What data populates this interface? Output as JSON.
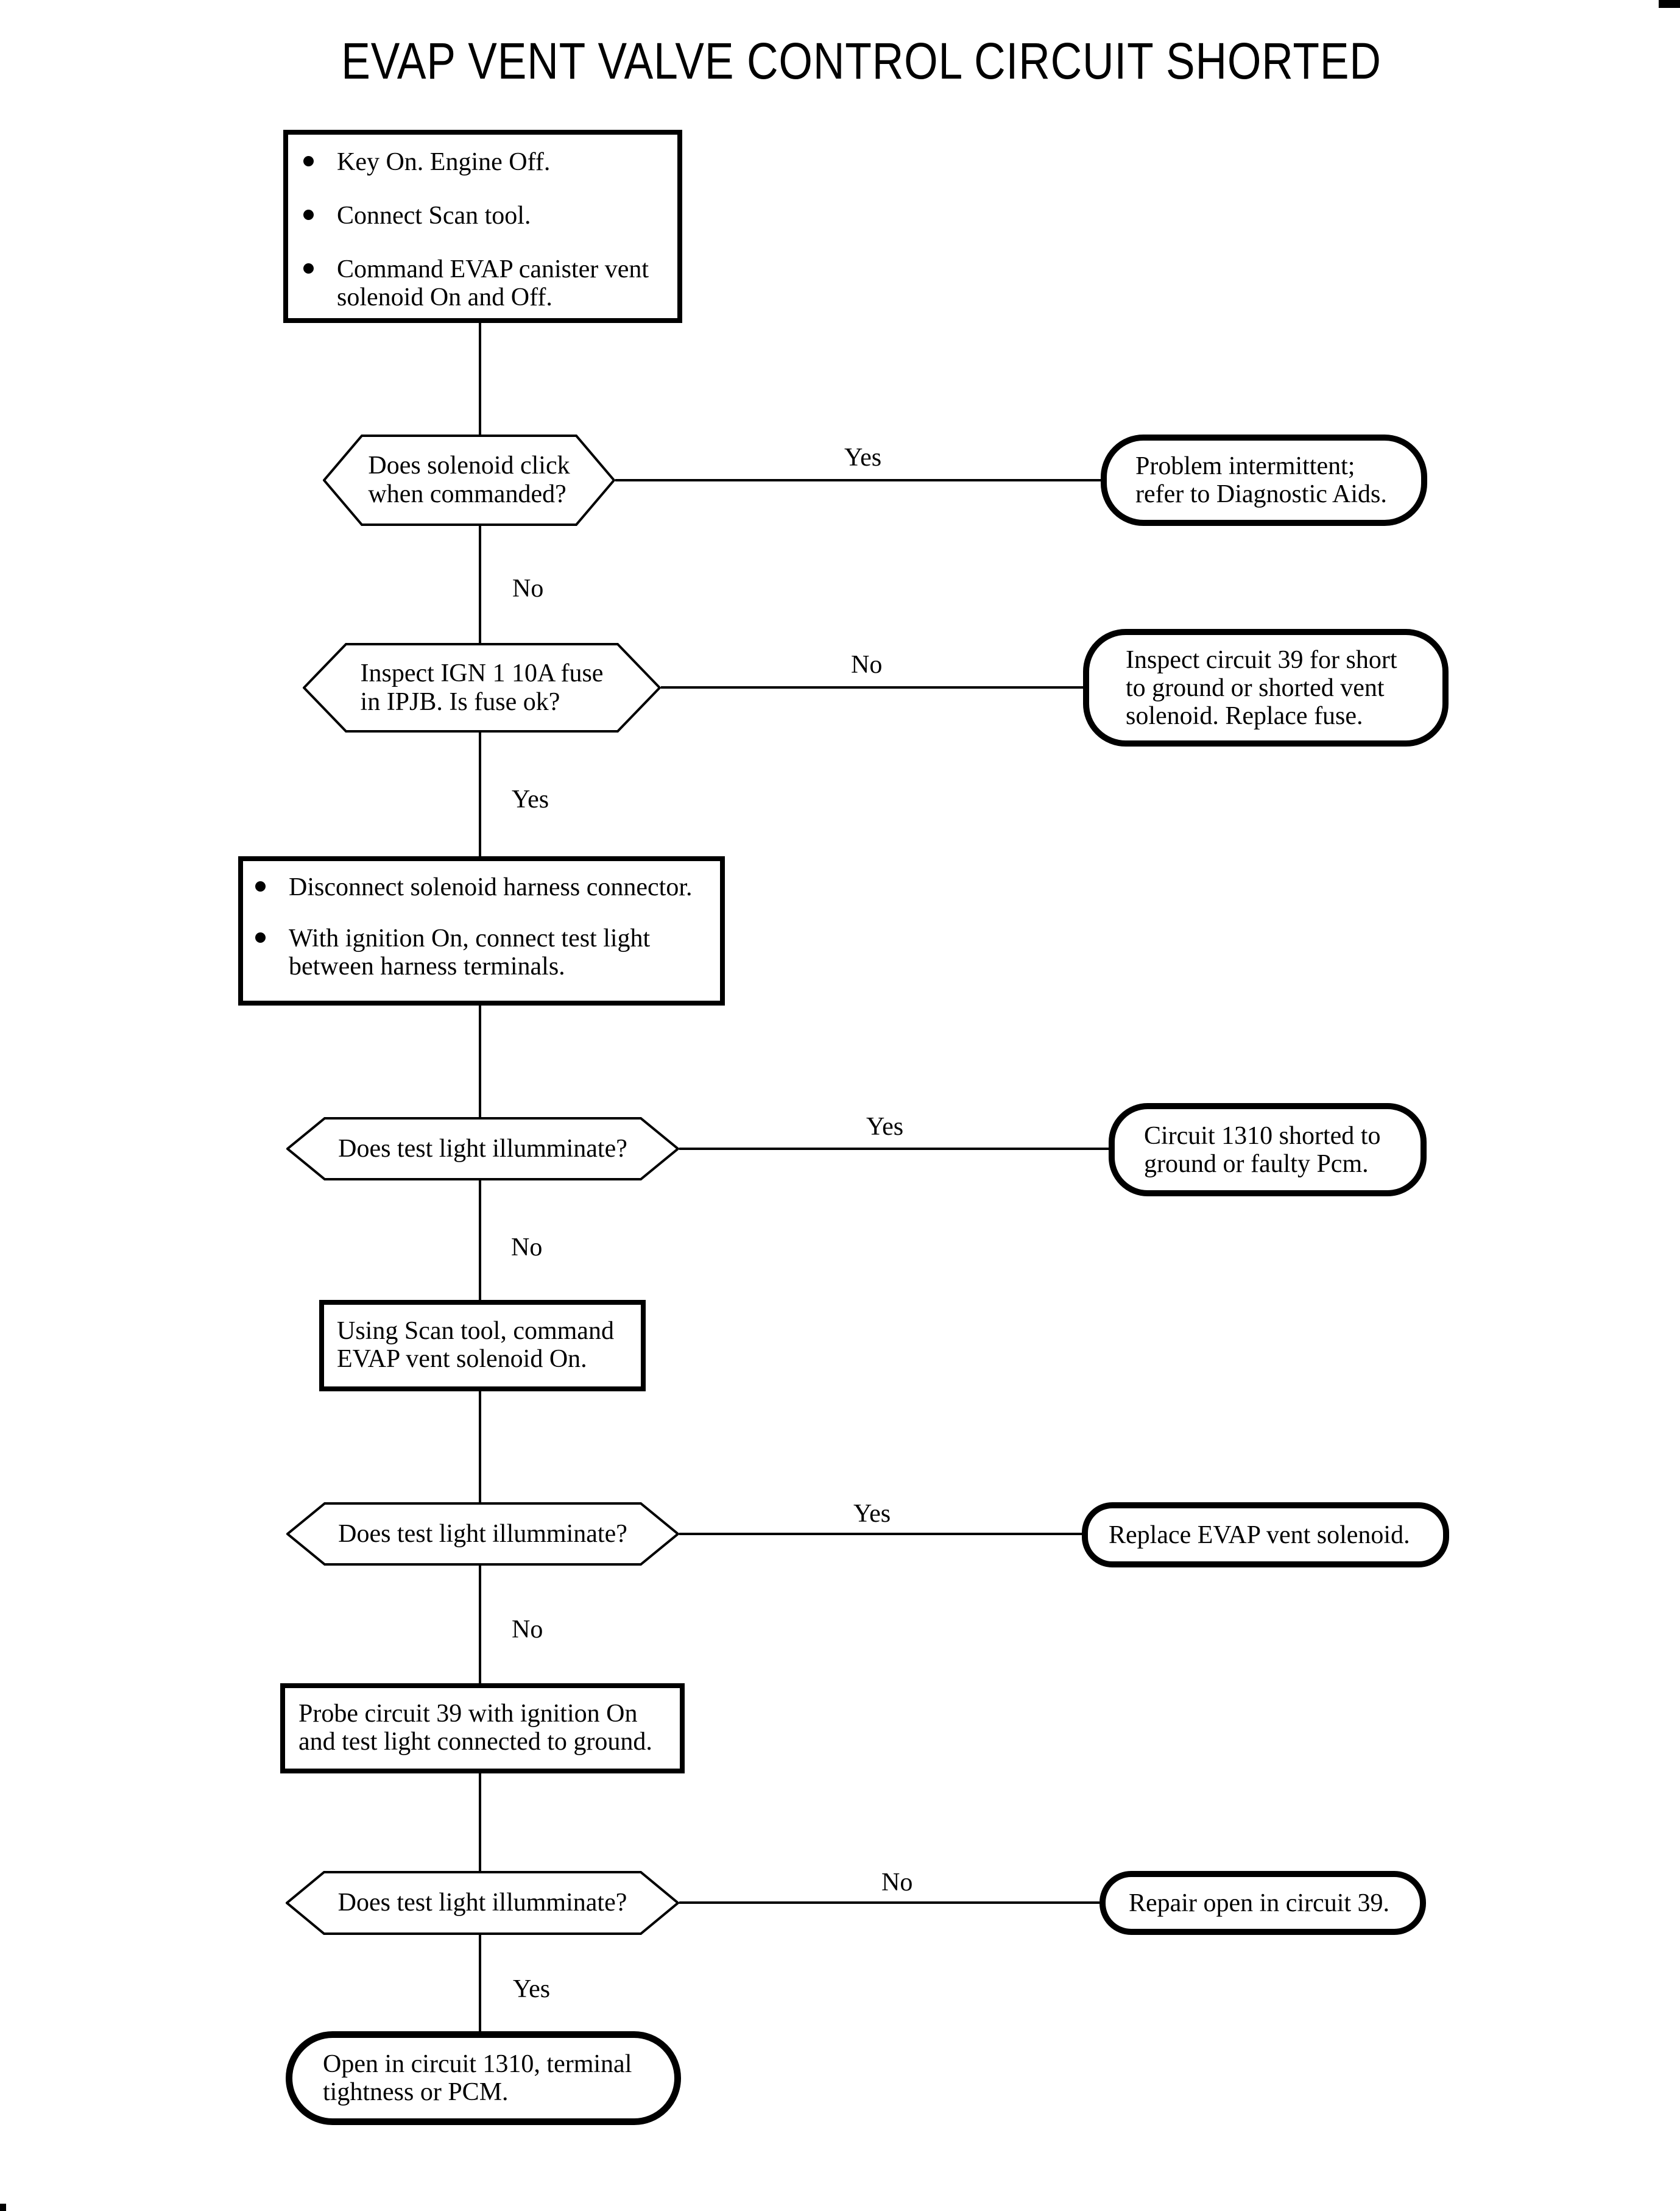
{
  "page": {
    "title": "EVAP VENT VALVE CONTROL CIRCUIT SHORTED"
  },
  "edge_labels": {
    "yes": "Yes",
    "no": "No"
  },
  "flow": {
    "step1": {
      "items": [
        {
          "lines": [
            "Key On. Engine Off."
          ]
        },
        {
          "lines": [
            "Connect Scan tool."
          ]
        },
        {
          "lines": [
            "Command EVAP canister vent",
            "solenoid On and Off."
          ]
        }
      ]
    },
    "decision1": {
      "lines": [
        "Does solenoid click",
        "when commanded?"
      ]
    },
    "result1": {
      "lines": [
        "Problem intermittent;",
        "refer to Diagnostic Aids."
      ]
    },
    "decision2": {
      "lines": [
        "Inspect IGN 1 10A fuse",
        "in IPJB. Is fuse ok?"
      ]
    },
    "result2": {
      "lines": [
        "Inspect circuit 39 for short",
        "to ground or shorted vent",
        "solenoid. Replace fuse."
      ]
    },
    "step2": {
      "items": [
        {
          "lines": [
            "Disconnect solenoid harness connector."
          ]
        },
        {
          "lines": [
            "With ignition On, connect test light",
            "between harness terminals."
          ]
        }
      ]
    },
    "decision3": {
      "lines": [
        "Does test light illumminate?"
      ]
    },
    "result3": {
      "lines": [
        "Circuit 1310 shorted to",
        "ground or faulty Pcm."
      ]
    },
    "step3": {
      "lines": [
        "Using Scan tool, command",
        "EVAP vent solenoid On."
      ]
    },
    "decision4": {
      "lines": [
        "Does test light illumminate?"
      ]
    },
    "result4": {
      "lines": [
        "Replace EVAP vent solenoid."
      ]
    },
    "step4": {
      "lines": [
        "Probe circuit 39 with ignition On",
        "and test light connected to ground."
      ]
    },
    "decision5": {
      "lines": [
        "Does test light illumminate?"
      ]
    },
    "result5": {
      "lines": [
        "Repair open in circuit 39."
      ]
    },
    "terminal": {
      "lines": [
        "Open in circuit 1310, terminal",
        "tightness or PCM."
      ]
    }
  }
}
